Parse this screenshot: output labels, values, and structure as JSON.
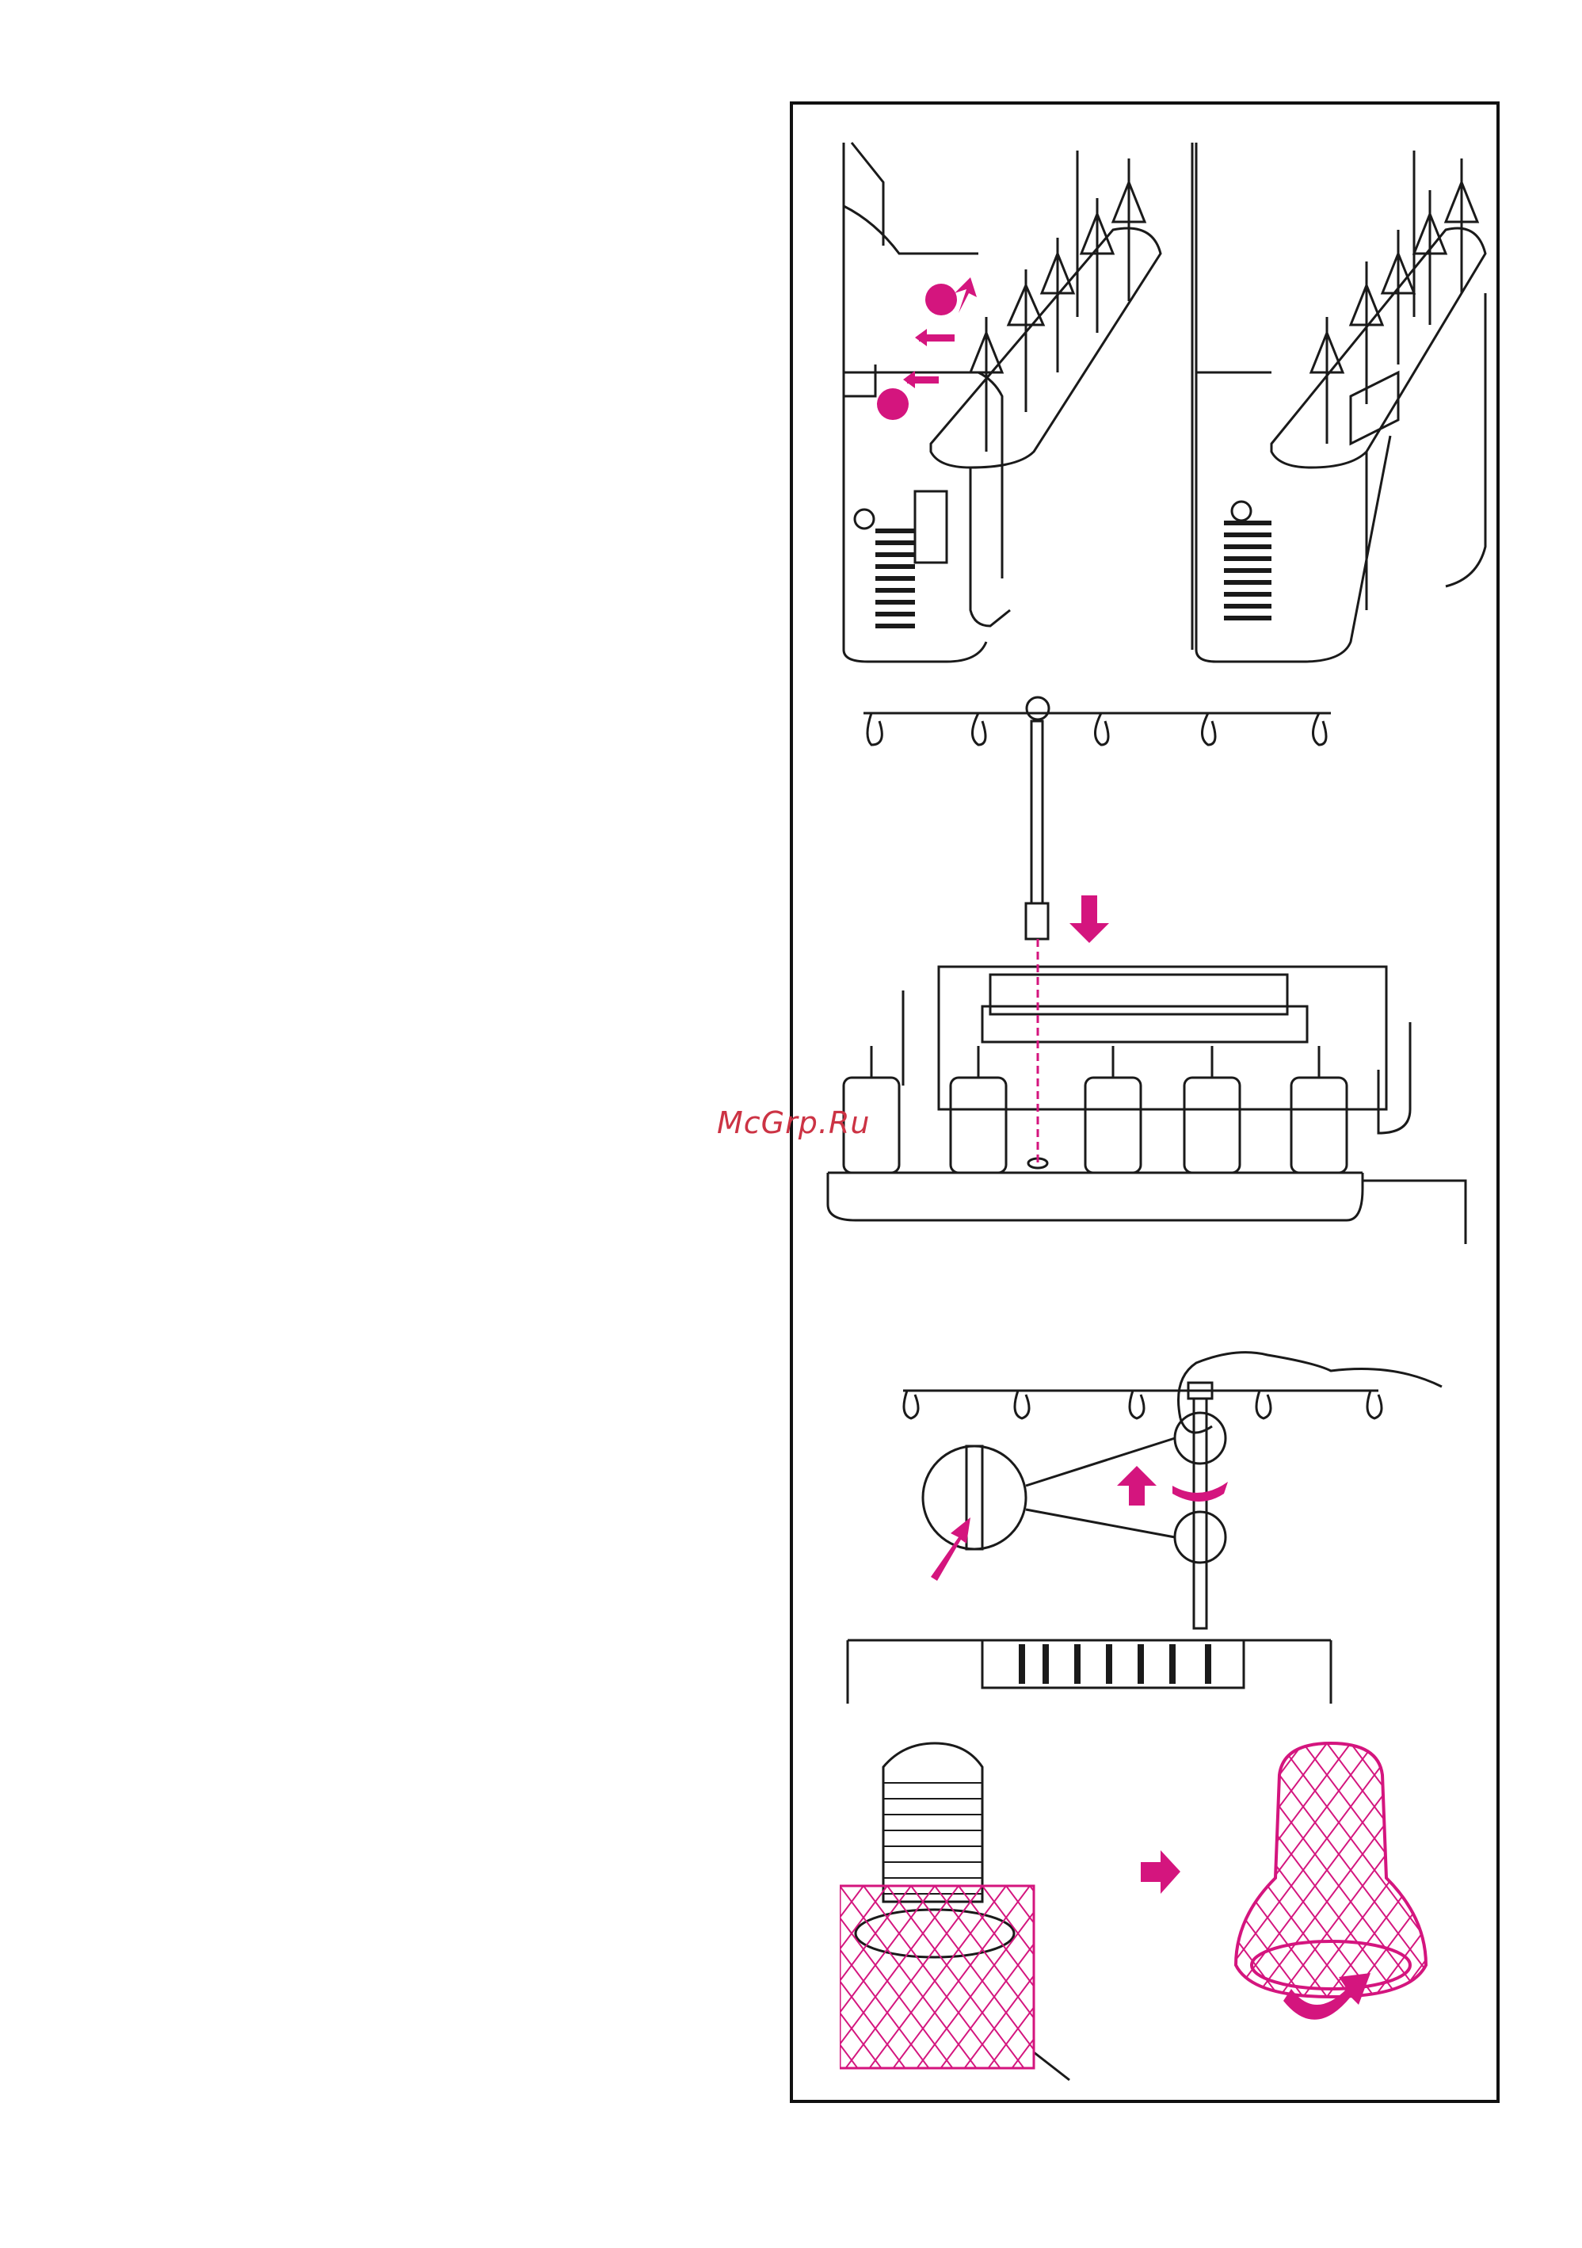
{
  "watermark": {
    "text": "McGrp.Ru"
  },
  "colors": {
    "accent": "#d4157e",
    "line": "#1a1a1a",
    "background": "#ffffff"
  },
  "figures": [
    {
      "id": "fig-1",
      "description_name": "thread-stand-socket"
    },
    {
      "id": "fig-2",
      "description_name": "thread-stand-insertion"
    },
    {
      "id": "fig-3",
      "description_name": "thread-stand-extension"
    },
    {
      "id": "fig-4",
      "description_name": "spool-net"
    }
  ]
}
